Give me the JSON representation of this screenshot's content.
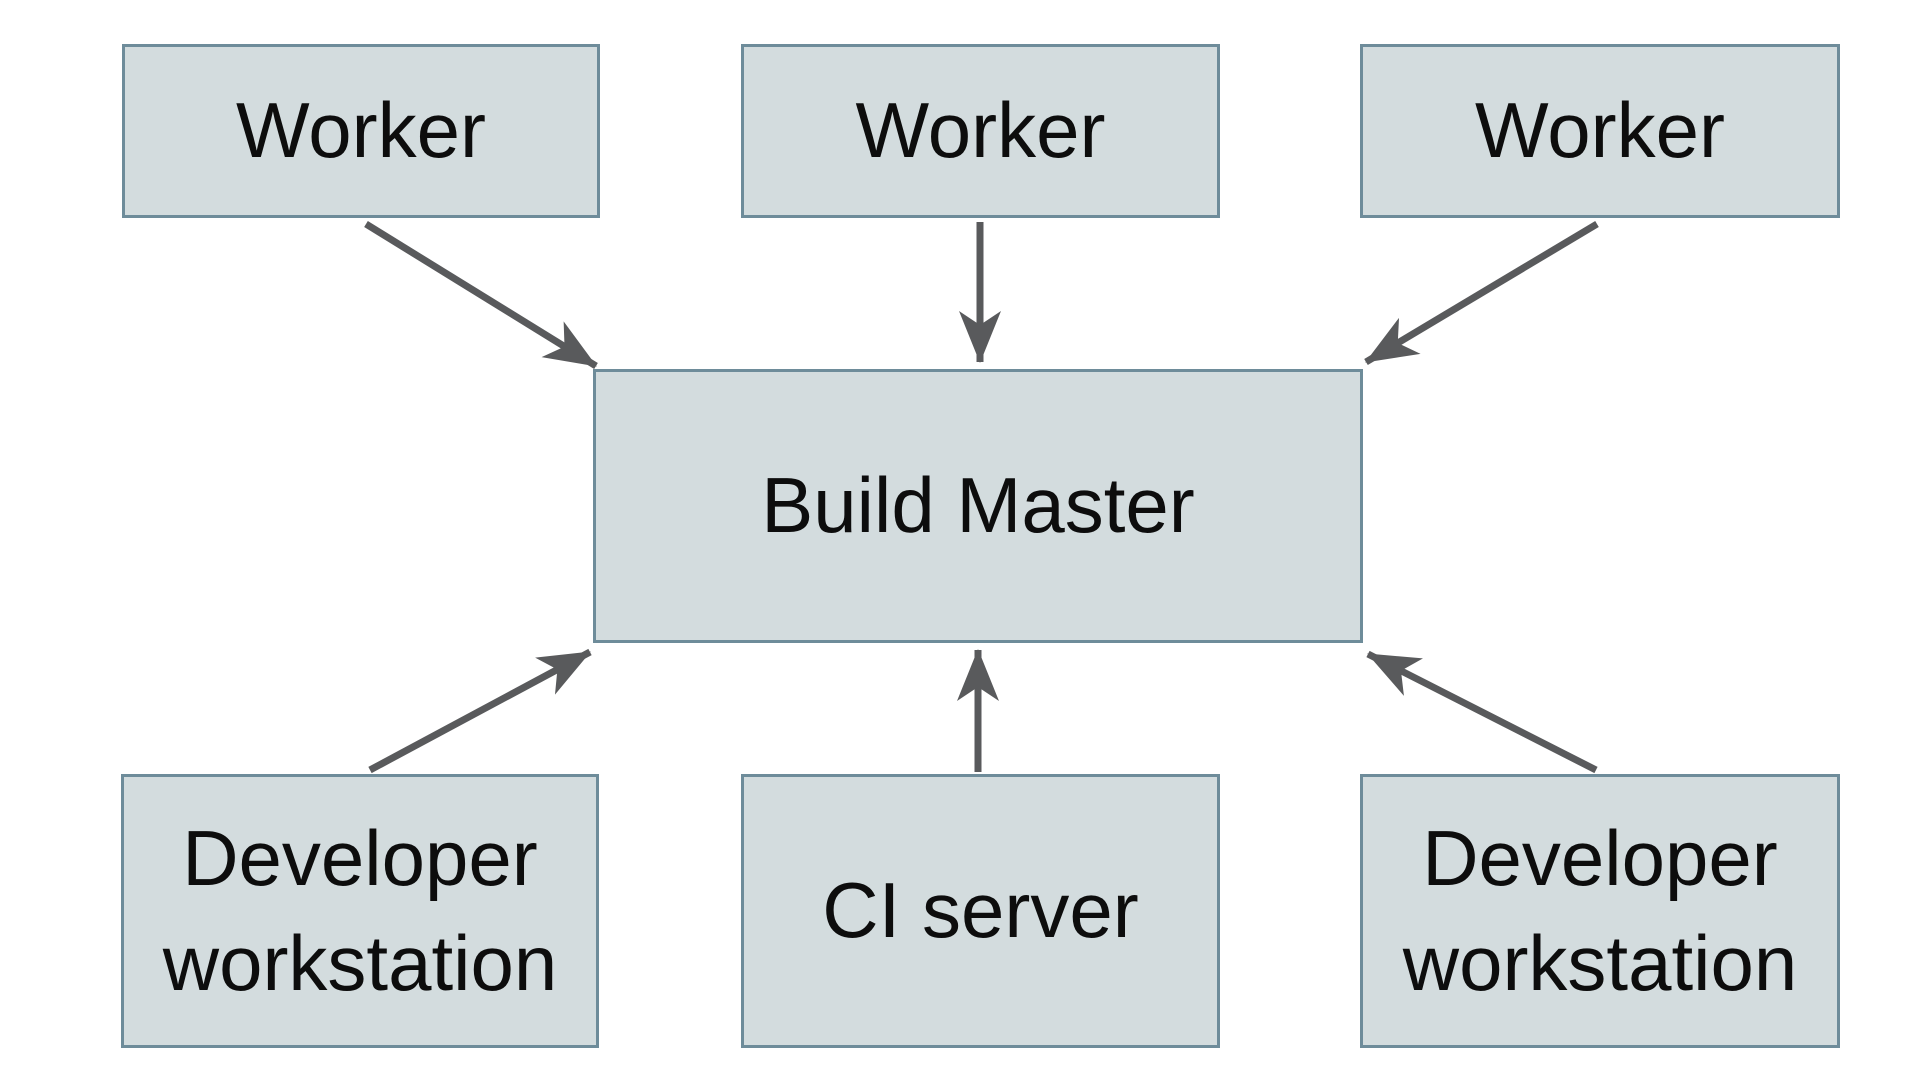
{
  "diagram": {
    "background": "#ffffff",
    "node_fill": "#d3dcde",
    "node_border": "#6e8c9a",
    "arrow_color": "#595a5c",
    "text_color": "#0d0d0d",
    "nodes": [
      {
        "id": "worker-1",
        "label": "Worker"
      },
      {
        "id": "worker-2",
        "label": "Worker"
      },
      {
        "id": "worker-3",
        "label": "Worker"
      },
      {
        "id": "build-master",
        "label": "Build Master"
      },
      {
        "id": "developer-workstation-left",
        "label": "Developer workstation"
      },
      {
        "id": "ci-server",
        "label": "CI server"
      },
      {
        "id": "developer-workstation-right",
        "label": "Developer workstation"
      }
    ],
    "edges": [
      {
        "from": "worker-1",
        "to": "build-master"
      },
      {
        "from": "worker-2",
        "to": "build-master"
      },
      {
        "from": "worker-3",
        "to": "build-master"
      },
      {
        "from": "developer-workstation-left",
        "to": "build-master"
      },
      {
        "from": "ci-server",
        "to": "build-master"
      },
      {
        "from": "developer-workstation-right",
        "to": "build-master"
      }
    ]
  }
}
